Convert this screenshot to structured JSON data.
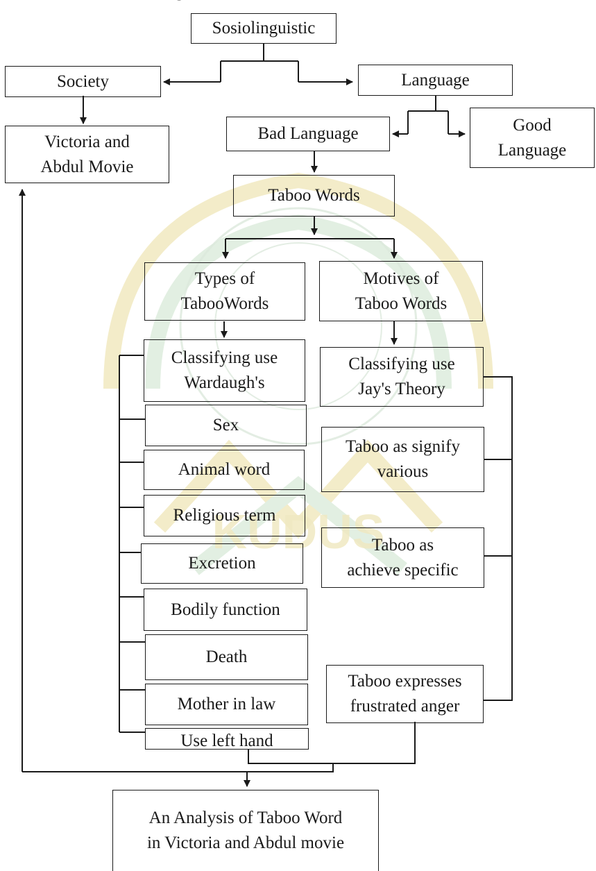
{
  "diagram": {
    "heading_fragment": "g",
    "nodes": {
      "sociolinguistic": "Sosiolinguistic",
      "society": "Society",
      "language": "Language",
      "movie": "Victoria and\nAbdul Movie",
      "bad_language": "Bad Language",
      "good_language": "Good\nLanguage",
      "taboo_words": "Taboo Words",
      "types": "Types of\nTabooWords",
      "motives": "Motives of\nTaboo Words",
      "wardaugh": "Classifying use\nWardaugh's",
      "jay": "Classifying use\nJay's Theory",
      "sex": "Sex",
      "animal": "Animal word",
      "religious": "Religious term",
      "excretion": "Excretion",
      "bodily": "Bodily function",
      "death": "Death",
      "mother": "Mother in law",
      "left_hand": "Use left hand",
      "signify": "Taboo as signify\nvarious",
      "achieve": "Taboo as\nachieve specific",
      "anger": "Taboo expresses\nfrustrated anger",
      "analysis": "An Analysis of Taboo Word\nin Victoria and Abdul movie"
    }
  },
  "watermark": {
    "color": "#e9dfa8",
    "color_secondary": "#cfe3d4",
    "text": "KUDUS"
  }
}
